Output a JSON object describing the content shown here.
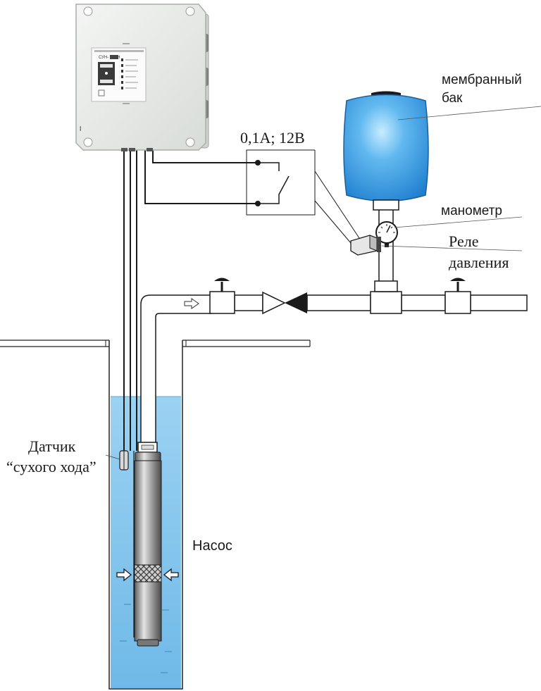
{
  "labels": {
    "tank": [
      "мембранный",
      "бак"
    ],
    "manometer": "манометр",
    "relay": [
      "Реле",
      "давления"
    ],
    "switch_rating": "0,1А; 12В",
    "sensor": [
      "Датчик",
      "“сухого хода”"
    ],
    "pump": "Насос"
  },
  "control_box": {
    "model_prefix": "СУН-",
    "model_badge": "",
    "model_suffix": "Н"
  },
  "colors": {
    "water": "#8ec9ef",
    "tank": "#2f8fd8",
    "tank_highlight": "#bfe5ff",
    "box": "#e9ebe9",
    "pipe_fill": "#ffffff",
    "line": "#1a1a1a",
    "pump_metal": "#8d8d8d"
  }
}
